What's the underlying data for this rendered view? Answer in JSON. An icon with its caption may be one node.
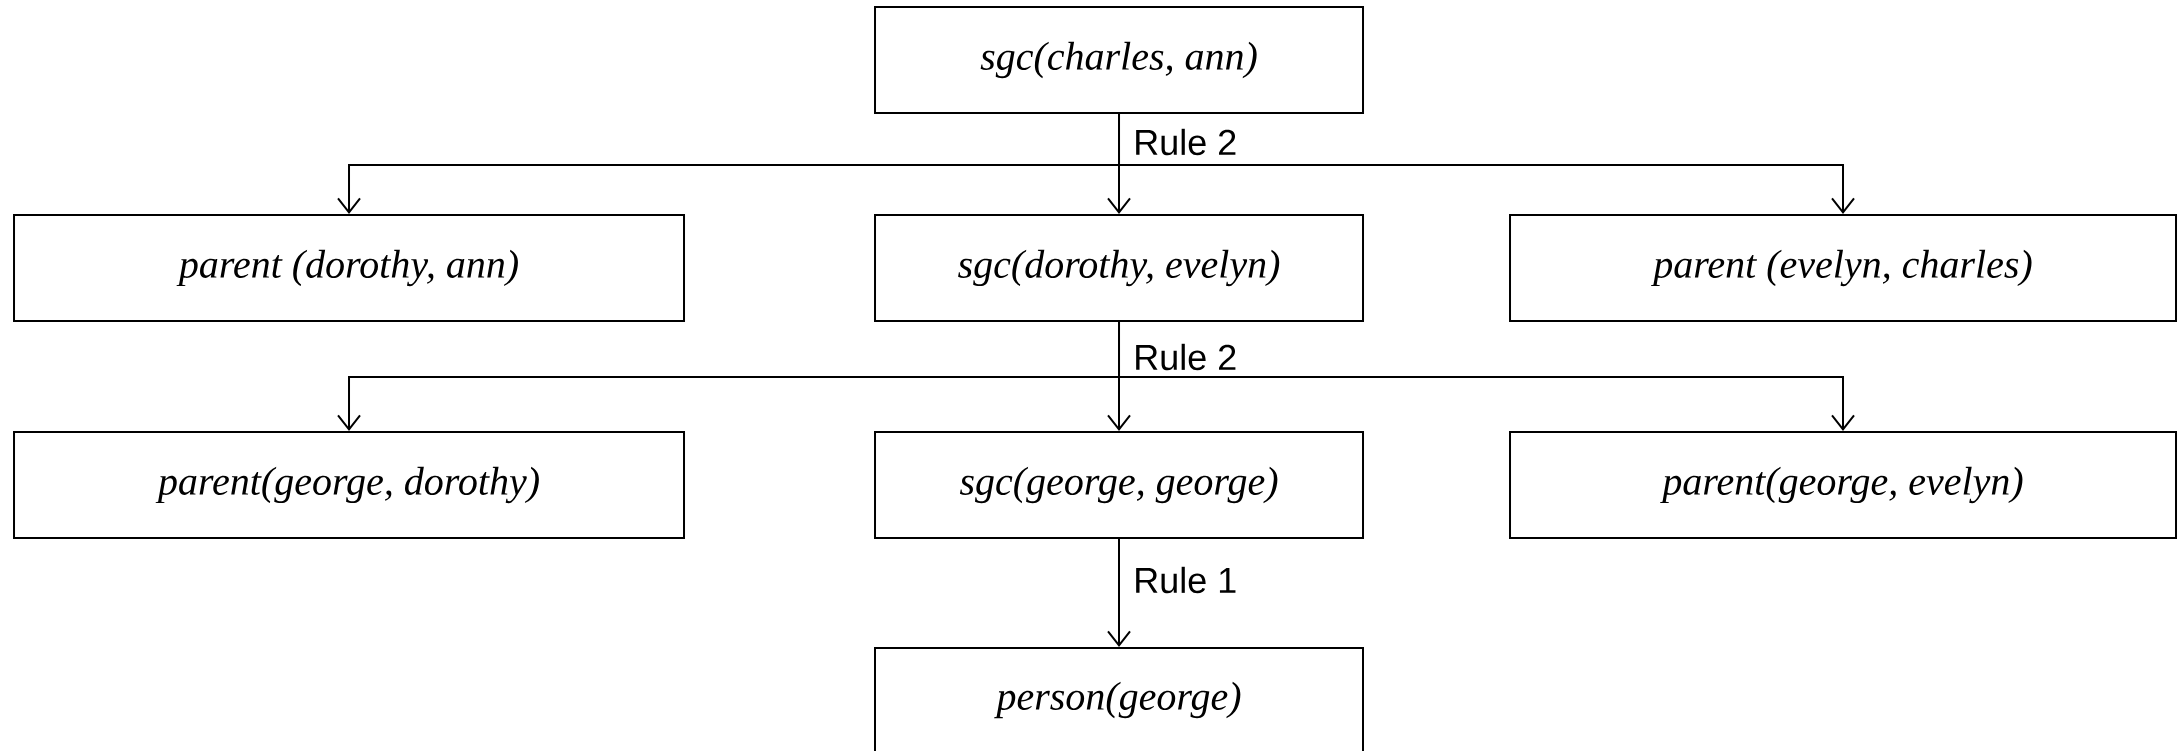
{
  "diagram": {
    "nodes": [
      {
        "text": [
          "sgc(charles, ann)"
        ]
      },
      {
        "text": [
          "parent (dorothy, ann)"
        ]
      },
      {
        "text": [
          "sgc(dorothy, evelyn)"
        ]
      },
      {
        "text": [
          "parent (evelyn, charles)"
        ]
      },
      {
        "text": [
          "parent(george, dorothy)"
        ]
      },
      {
        "text": [
          "sgc(george, george)"
        ]
      },
      {
        "text": [
          "parent(george, evelyn)"
        ]
      },
      {
        "text": [
          "person(george)"
        ]
      }
    ],
    "edges": [
      {
        "from": 0,
        "to": 1,
        "arrow": "to"
      },
      {
        "from": 0,
        "to": 2,
        "arrow": "to",
        "label": "Rule 2"
      },
      {
        "from": 0,
        "to": 3,
        "arrow": "to"
      },
      {
        "from": 2,
        "to": 4,
        "arrow": "to"
      },
      {
        "from": 2,
        "to": 5,
        "arrow": "to",
        "label": "Rule 2"
      },
      {
        "from": 2,
        "to": 6,
        "arrow": "to"
      },
      {
        "from": 5,
        "to": 7,
        "arrow": "to",
        "label": "Rule 1"
      }
    ]
  }
}
